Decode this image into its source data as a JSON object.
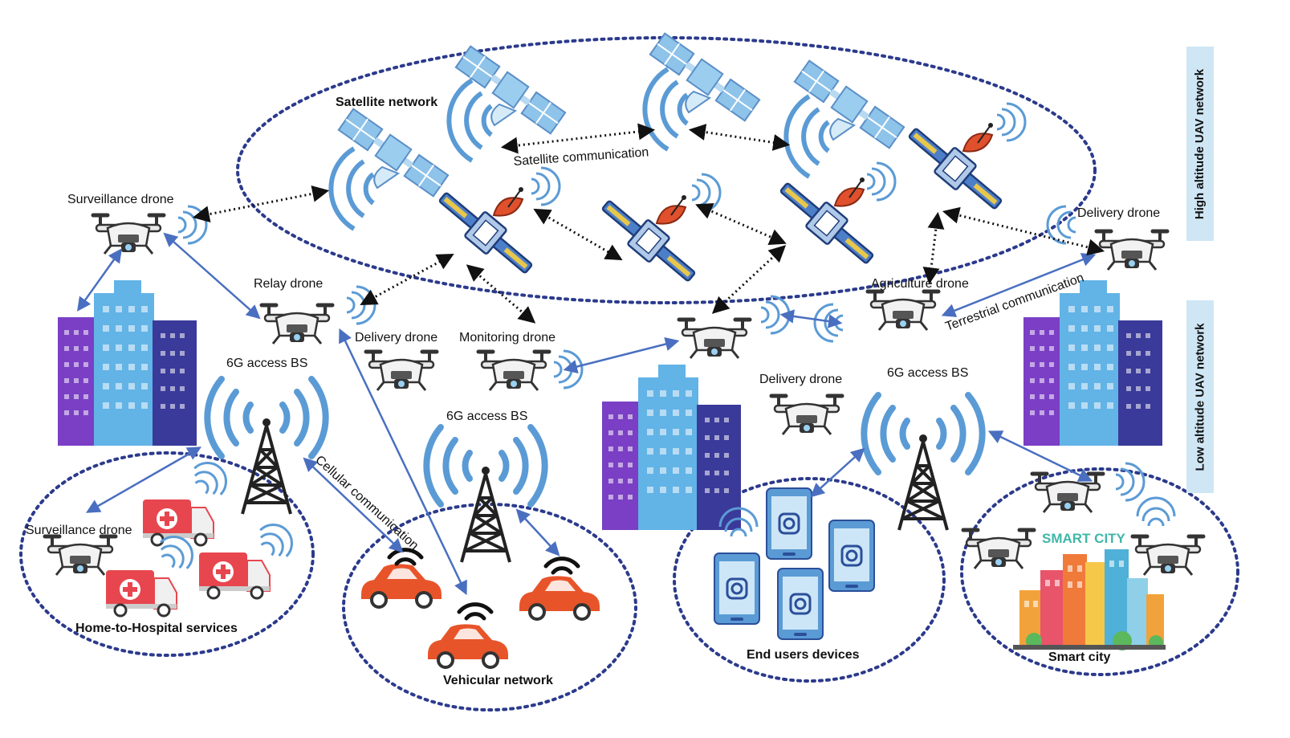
{
  "labels": {
    "satellite_network": "Satellite network",
    "satellite_communication": "Satellite communication",
    "surveillance_drone_top": "Surveillance drone",
    "relay_drone": "Relay drone",
    "delivery_drone_mid": "Delivery drone",
    "monitoring_drone": "Monitoring drone",
    "agriculture_drone": "Agriculture drone",
    "delivery_drone_right": "Delivery drone",
    "delivery_drone_center": "Delivery drone",
    "terrestrial_communication": "Terrestrial communication",
    "cellular_communication": "Cellular communication",
    "bs_left": "6G access BS",
    "bs_middle": "6G access BS",
    "bs_right": "6G access BS",
    "surveillance_drone_bottom": "Surveillance drone",
    "home_to_hospital": "Home-to-Hospital services",
    "vehicular_network": "Vehicular network",
    "end_users_devices": "End users devices",
    "smart_city": "Smart city",
    "smart_city_sign": "SMART CITY"
  },
  "side_labels": {
    "high": "High altitude UAV network",
    "low": "Low altitude UAV network"
  },
  "colors": {
    "dotted_border": "#2b3a8c",
    "arrow_blue": "#4a6fc0",
    "signal_blue": "#5b9bd5",
    "satellite_panel": "#8ec3ea",
    "dish_red": "#e0502d",
    "building_purple": "#7a3fc4",
    "building_light": "#62b3e6",
    "building_navy": "#3a3a9a",
    "tower": "#222222",
    "car": "#e8542a",
    "ambulance": "#e8464f",
    "side_box": "#cfe6f5"
  }
}
